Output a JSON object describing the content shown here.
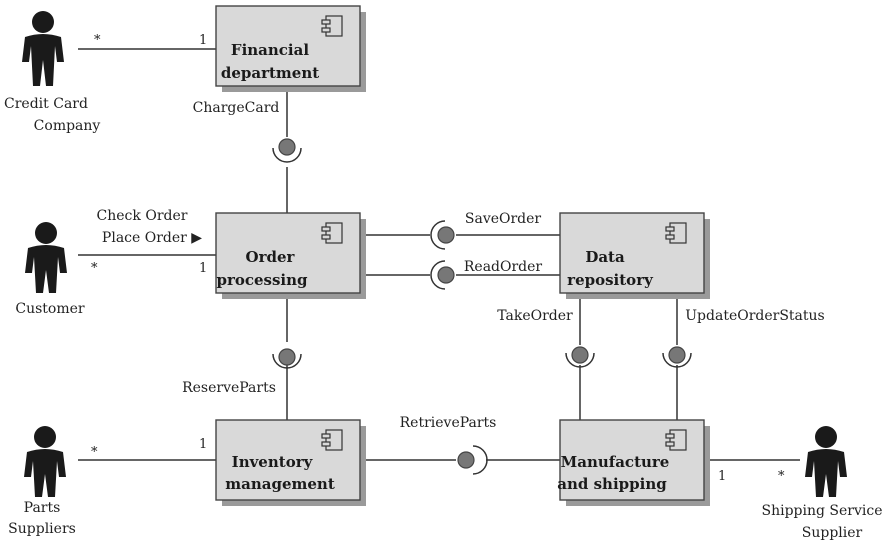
{
  "components": {
    "financial": "Financial department",
    "financial_line1": "Financial",
    "financial_line2": "department",
    "order": "Order processing",
    "order_line1": "Order",
    "order_line2": "processing",
    "data": "Data repository",
    "data_line1": "Data",
    "data_line2": "repository",
    "inventory": "Inventory management",
    "inventory_line1": "Inventory",
    "inventory_line2": "management",
    "manufacture": "Manufacture and shipping",
    "manufacture_line1": "Manufacture",
    "manufacture_line2": "and shipping"
  },
  "actors": {
    "credit_line1": "Credit Card",
    "credit_line2": "Company",
    "customer": "Customer",
    "parts_line1": "Parts",
    "parts_line2": "Suppliers",
    "shipping_line1": "Shipping Service",
    "shipping_line2": "Supplier"
  },
  "interfaces": {
    "charge": "ChargeCard",
    "save": "SaveOrder",
    "read": "ReadOrder",
    "take": "TakeOrder",
    "update": "UpdateOrderStatus",
    "reserve": "ReserveParts",
    "retrieve": "RetrieveParts"
  },
  "associations": {
    "check_order": "Check Order",
    "place_order": "Place Order ▶"
  },
  "multiplicities": {
    "many": "*",
    "one": "1"
  }
}
